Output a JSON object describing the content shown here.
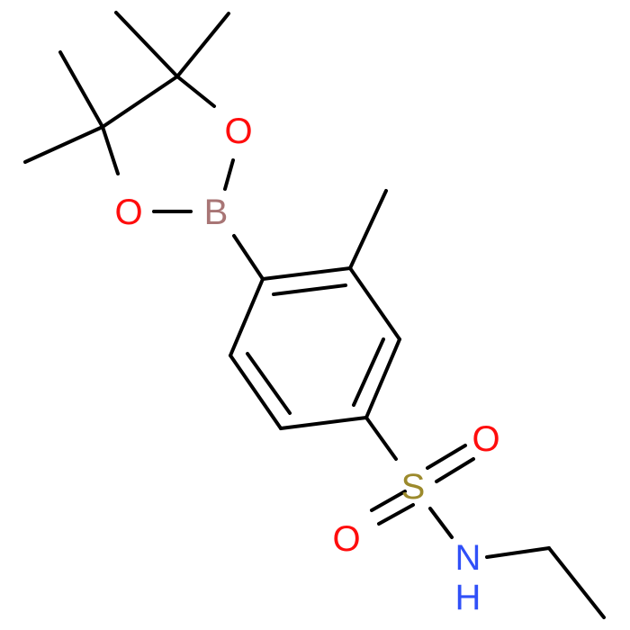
{
  "molecule": {
    "atoms": [
      {
        "id": "O_ring_top",
        "label": "O",
        "color": "#ff0d0d"
      },
      {
        "id": "O_ring_left",
        "label": "O",
        "color": "#ff0d0d"
      },
      {
        "id": "B",
        "label": "B",
        "color": "#a87575"
      },
      {
        "id": "O_sulfonyl_right",
        "label": "O",
        "color": "#ff0d0d"
      },
      {
        "id": "S",
        "label": "S",
        "color": "#9c8a2c"
      },
      {
        "id": "O_sulfonyl_left",
        "label": "O",
        "color": "#ff0d0d"
      },
      {
        "id": "N",
        "label": "N",
        "color": "#3050f8"
      },
      {
        "id": "H",
        "label": "H",
        "color": "#3050f8"
      }
    ]
  }
}
